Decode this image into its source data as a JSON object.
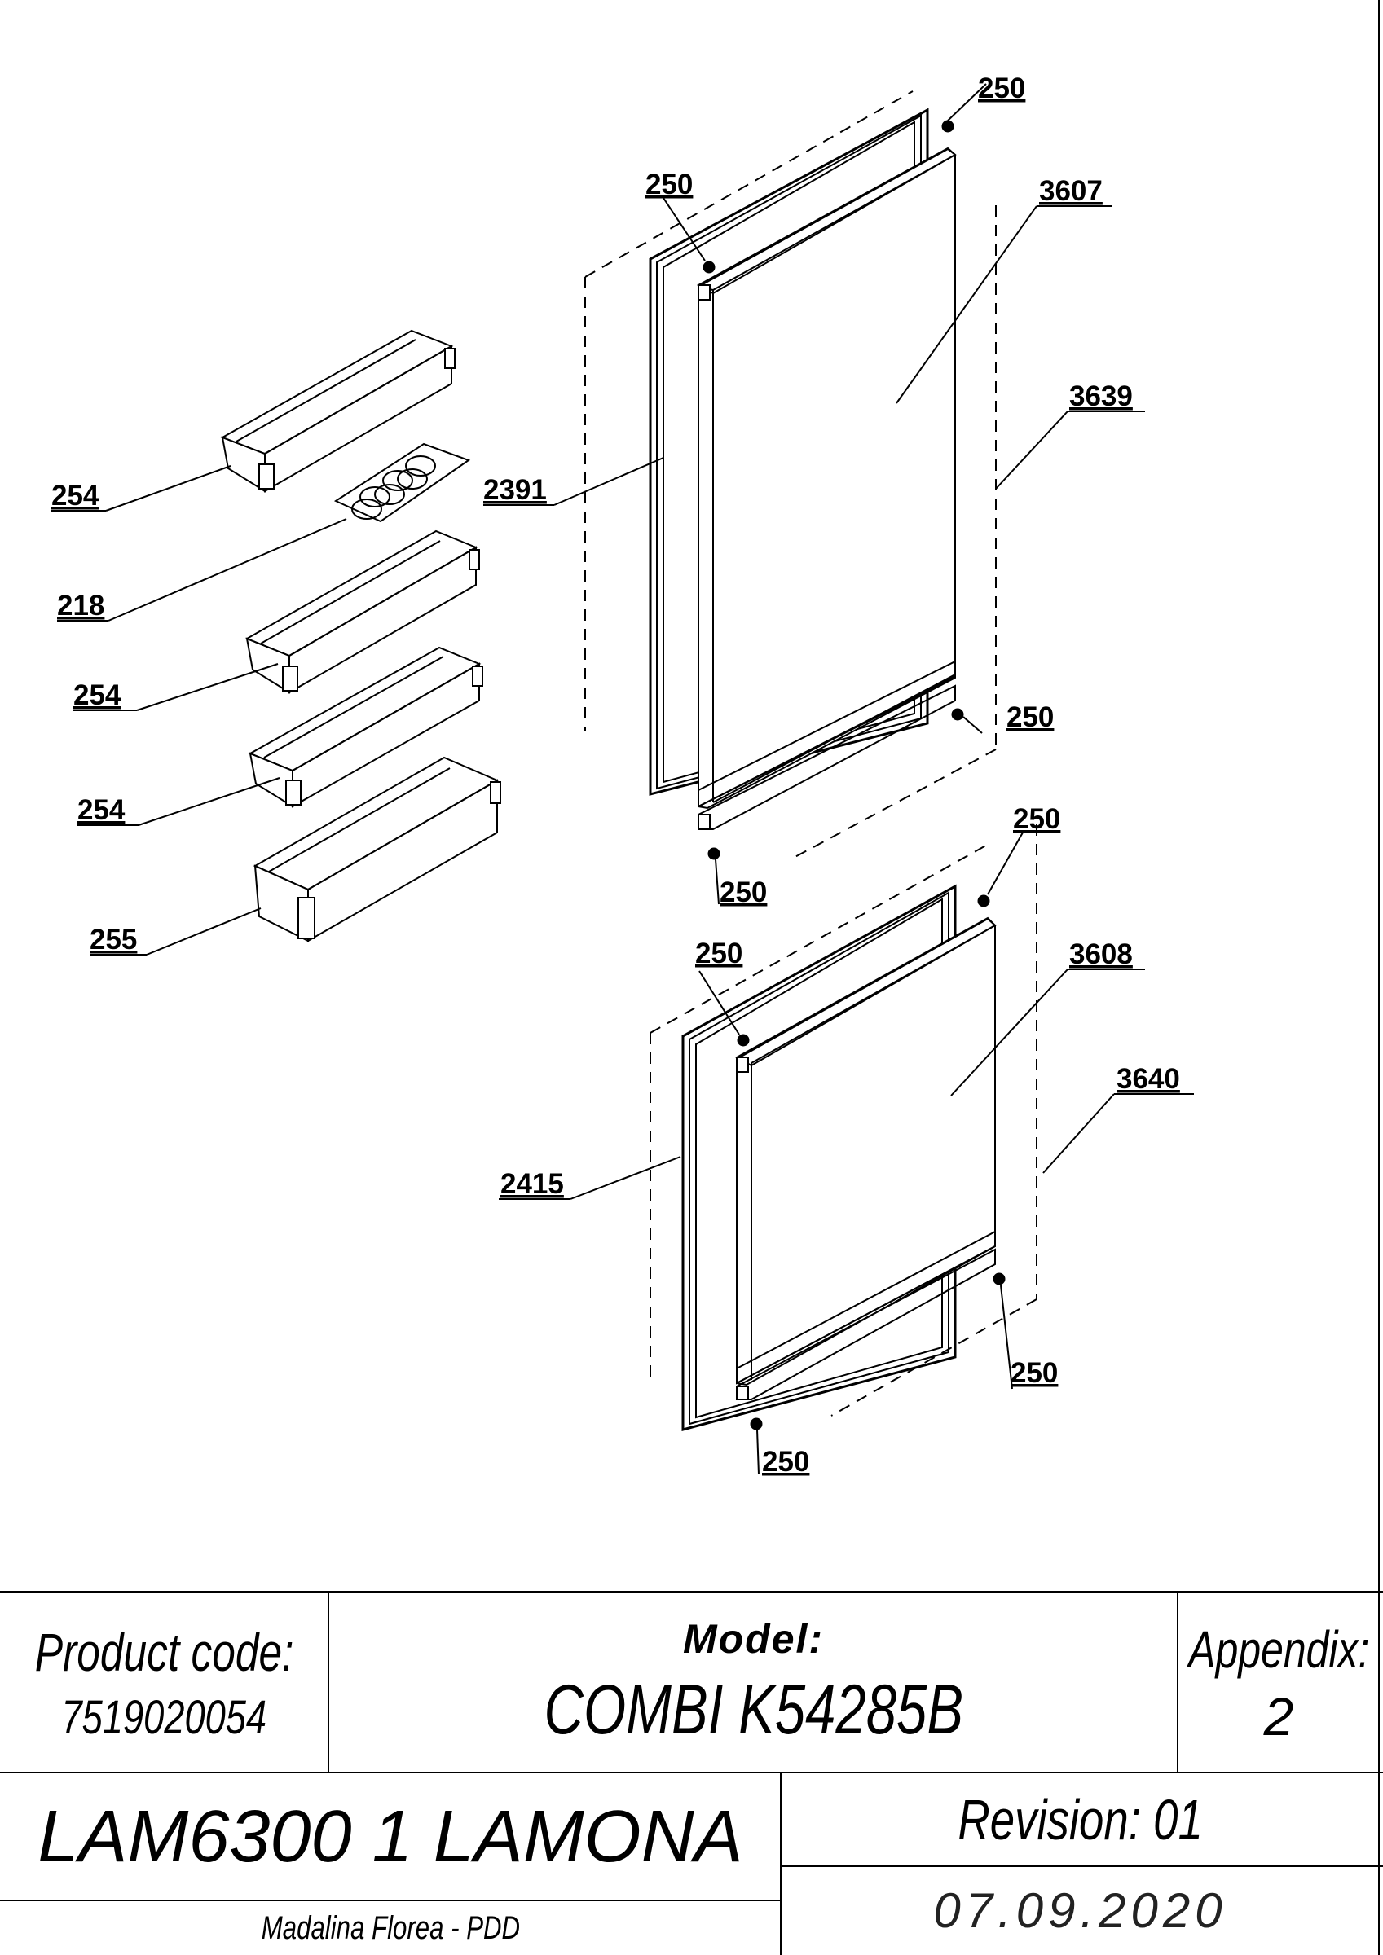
{
  "diagram": {
    "part_labels": {
      "shelf_upper": "254",
      "egg_tray": "218",
      "shelf_middle": "254",
      "shelf_lower": "254",
      "bottle_shelf": "255",
      "upper_gasket": "2391",
      "upper_door": "3607",
      "upper_frame": "3639",
      "lower_gasket": "2415",
      "lower_door": "3608",
      "lower_frame": "3640",
      "upper_top_right_pin": "250",
      "upper_top_left_pin": "250",
      "upper_bottom_right_pin": "250",
      "upper_bottom_left_pin": "250",
      "lower_top_right_pin": "250",
      "lower_top_left_pin": "250",
      "lower_bottom_right_pin": "250",
      "lower_bottom_left_pin": "250"
    }
  },
  "title_block": {
    "product_code_label": "Product code:",
    "product_code": "7519020054",
    "model_label": "Model:",
    "model": "COMBI K54285B",
    "appendix_label": "Appendix:",
    "appendix": "2",
    "name": "LAM6300 1 LAMONA",
    "revision": "Revision: 01",
    "date": "07.09.2020",
    "author": "Madalina Florea - PDD"
  }
}
